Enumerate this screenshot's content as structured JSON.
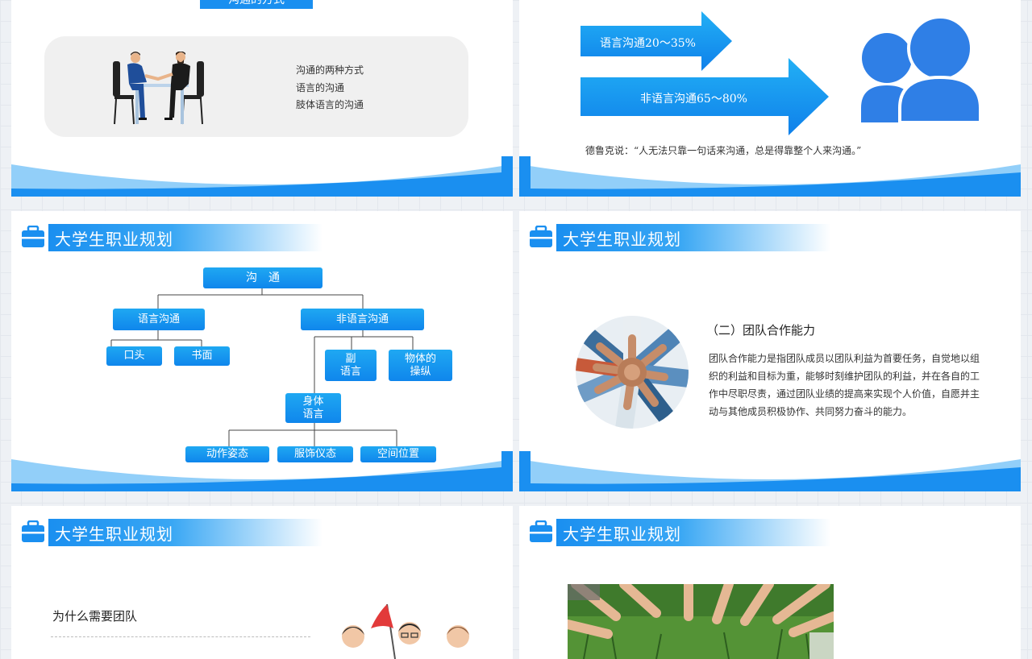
{
  "slide1": {
    "tab_label": "沟通的方式",
    "list": [
      "沟通的两种方式",
      "语言的沟通",
      "肢体语言的沟通"
    ]
  },
  "slide2": {
    "arrow1_label": "语言沟通20～35%",
    "arrow2_label": "非语言沟通65～80%",
    "quote": "德鲁克说：“人无法只靠一句话来沟通，总是得靠整个人来沟通。”"
  },
  "header_title": "大学生职业规划",
  "slide3": {
    "root": "沟　通",
    "verbal": "语言沟通",
    "nonverbal": "非语言沟通",
    "oral": "口头",
    "written": "书面",
    "paralanguage": "副\n语言",
    "object": "物体的\n操纵",
    "body": "身体\n语言",
    "gesture": "动作姿态",
    "attire": "服饰仪态",
    "space": "空间位置"
  },
  "slide4": {
    "heading": "（二）团队合作能力",
    "paragraph": "团队合作能力是指团队成员以团队利益为首要任务，自觉地以组织的利益和目标为重，能够时刻维护团队的利益，并在各自的工作中尽职尽责，通过团队业绩的提高来实现个人价值，自愿并主动与其他成员积极协作、共同努力奋斗的能力。"
  },
  "slide5": {
    "heading": "为什么需要团队"
  },
  "colors": {
    "accent": "#1a8ff0",
    "accent_light": "#39a7f4",
    "people_blue": "#2f7fe6"
  }
}
